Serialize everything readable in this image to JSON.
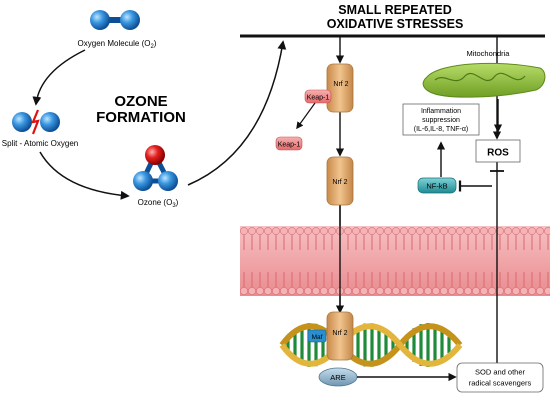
{
  "ozone_panel": {
    "title_line1": "OZONE",
    "title_line2": "FORMATION",
    "oxygen_molecule_label": "Oxygen Molecule (O",
    "oxygen_molecule_sub": "2",
    "oxygen_molecule_close": ")",
    "atomic_oxygen_label": "Split - Atomic Oxygen",
    "ozone_label": "Ozone (O",
    "ozone_sub": "3",
    "ozone_close": ")"
  },
  "stress_panel": {
    "header_line1": "SMALL REPEATED",
    "header_line2": "OXIDATIVE STRESSES",
    "nrf2_label": "Nrf 2",
    "keap1_label": "Keap-1",
    "mitochondria_label": "Mitochondria",
    "inflammation_line1": "Inflammation",
    "inflammation_line2": "suppression",
    "inflammation_line3": "(IL-6,IL-8, TNF-α)",
    "ros_label": "ROS",
    "nfkb_label": "NF-kB",
    "maf_label": "Maf",
    "are_label": "ARE",
    "sod_line1": "SOD and other",
    "sod_line2": "radical scavengers"
  },
  "colors": {
    "oxygen_atom": "#2a86d6",
    "ozone_top_atom": "#e01010",
    "nrf2_fill": "#e8b47c",
    "keap1_fill": "#f08a8a",
    "membrane": "#f2a3a6",
    "mitochondria": "#8fbf3a",
    "nfkb_fill": "#3aa8b0",
    "are_fill": "#8ab0c8",
    "dna_gold": "#d7a82a",
    "dna_green": "#1f8a3a"
  }
}
